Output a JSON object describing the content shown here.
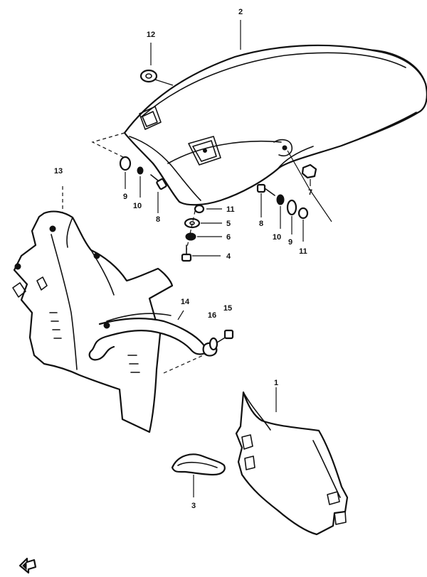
{
  "callouts": {
    "c1": "1",
    "c2": "2",
    "c3": "3",
    "c4": "4",
    "c5": "5",
    "c6": "6",
    "c7": "7",
    "c8a": "8",
    "c8b": "8",
    "c9a": "9",
    "c9b": "9",
    "c10a": "10",
    "c10b": "10",
    "c11a": "11",
    "c11b": "11",
    "c12": "12",
    "c13": "13",
    "c14": "14",
    "c15": "15",
    "c16": "16"
  },
  "icons": {
    "front_arrow": "front-direction-arrow-icon"
  }
}
